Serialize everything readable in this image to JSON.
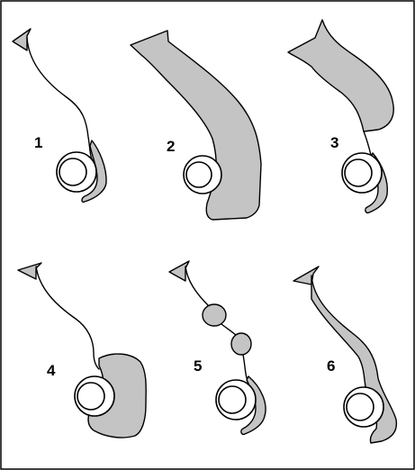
{
  "panels": [
    {
      "label": "1"
    },
    {
      "label": "2"
    },
    {
      "label": "3"
    },
    {
      "label": "4"
    },
    {
      "label": "5"
    },
    {
      "label": "6"
    }
  ],
  "colors": {
    "fill": "#c4c4c4",
    "stroke": "#000000",
    "background": "#ffffff"
  }
}
